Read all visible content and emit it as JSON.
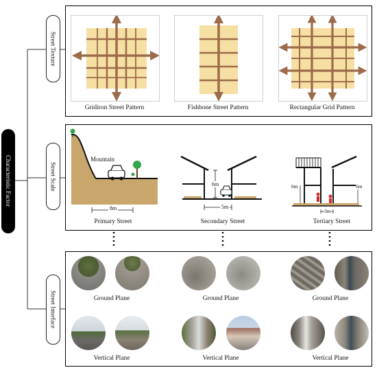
{
  "main_factor": "Characteristic Factor",
  "categories": {
    "texture": "Street Texture",
    "scale": "Street Scale",
    "interface": "Street Interface"
  },
  "patterns": [
    "Gridiron Street Pattern",
    "Fishbone Street Pattern",
    "Rectangular Grid Pattern"
  ],
  "scale": {
    "mountain_label": "Mountain",
    "primary": {
      "name": "Primary Street",
      "width": "8m"
    },
    "secondary": {
      "name": "Secondary Street",
      "width": "5m",
      "height": "6m"
    },
    "tertiary": {
      "name": "Tertiary Street",
      "width": "3m",
      "height_left": "6m",
      "height_right": "6m"
    }
  },
  "interface": {
    "ground": "Ground Plane",
    "vertical": "Vertical Plane"
  },
  "colors": {
    "pattern_fill": "#f6dfa3",
    "street_brown": "#9c6b4a",
    "soil": "#c9a66b"
  }
}
